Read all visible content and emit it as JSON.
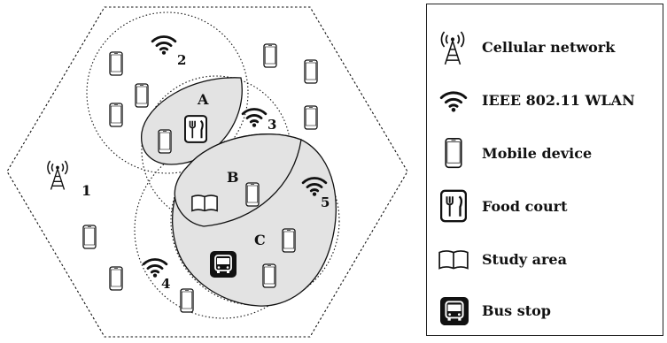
{
  "cell_labels": [
    "1",
    "2",
    "3",
    "4",
    "5"
  ],
  "region_labels": [
    "A",
    "B",
    "C"
  ],
  "legend": [
    {
      "icon": "cell-tower-icon",
      "label": "Cellular network"
    },
    {
      "icon": "wifi-icon",
      "label": "IEEE 802.11 WLAN"
    },
    {
      "icon": "mobile-device-icon",
      "label": "Mobile device"
    },
    {
      "icon": "food-court-icon",
      "label": "Food court"
    },
    {
      "icon": "study-area-icon",
      "label": "Study area"
    },
    {
      "icon": "bus-stop-icon",
      "label": "Bus stop"
    }
  ],
  "colors": {
    "region_fill": "#e3e3e3",
    "stroke": "#111111",
    "background": "#ffffff"
  }
}
